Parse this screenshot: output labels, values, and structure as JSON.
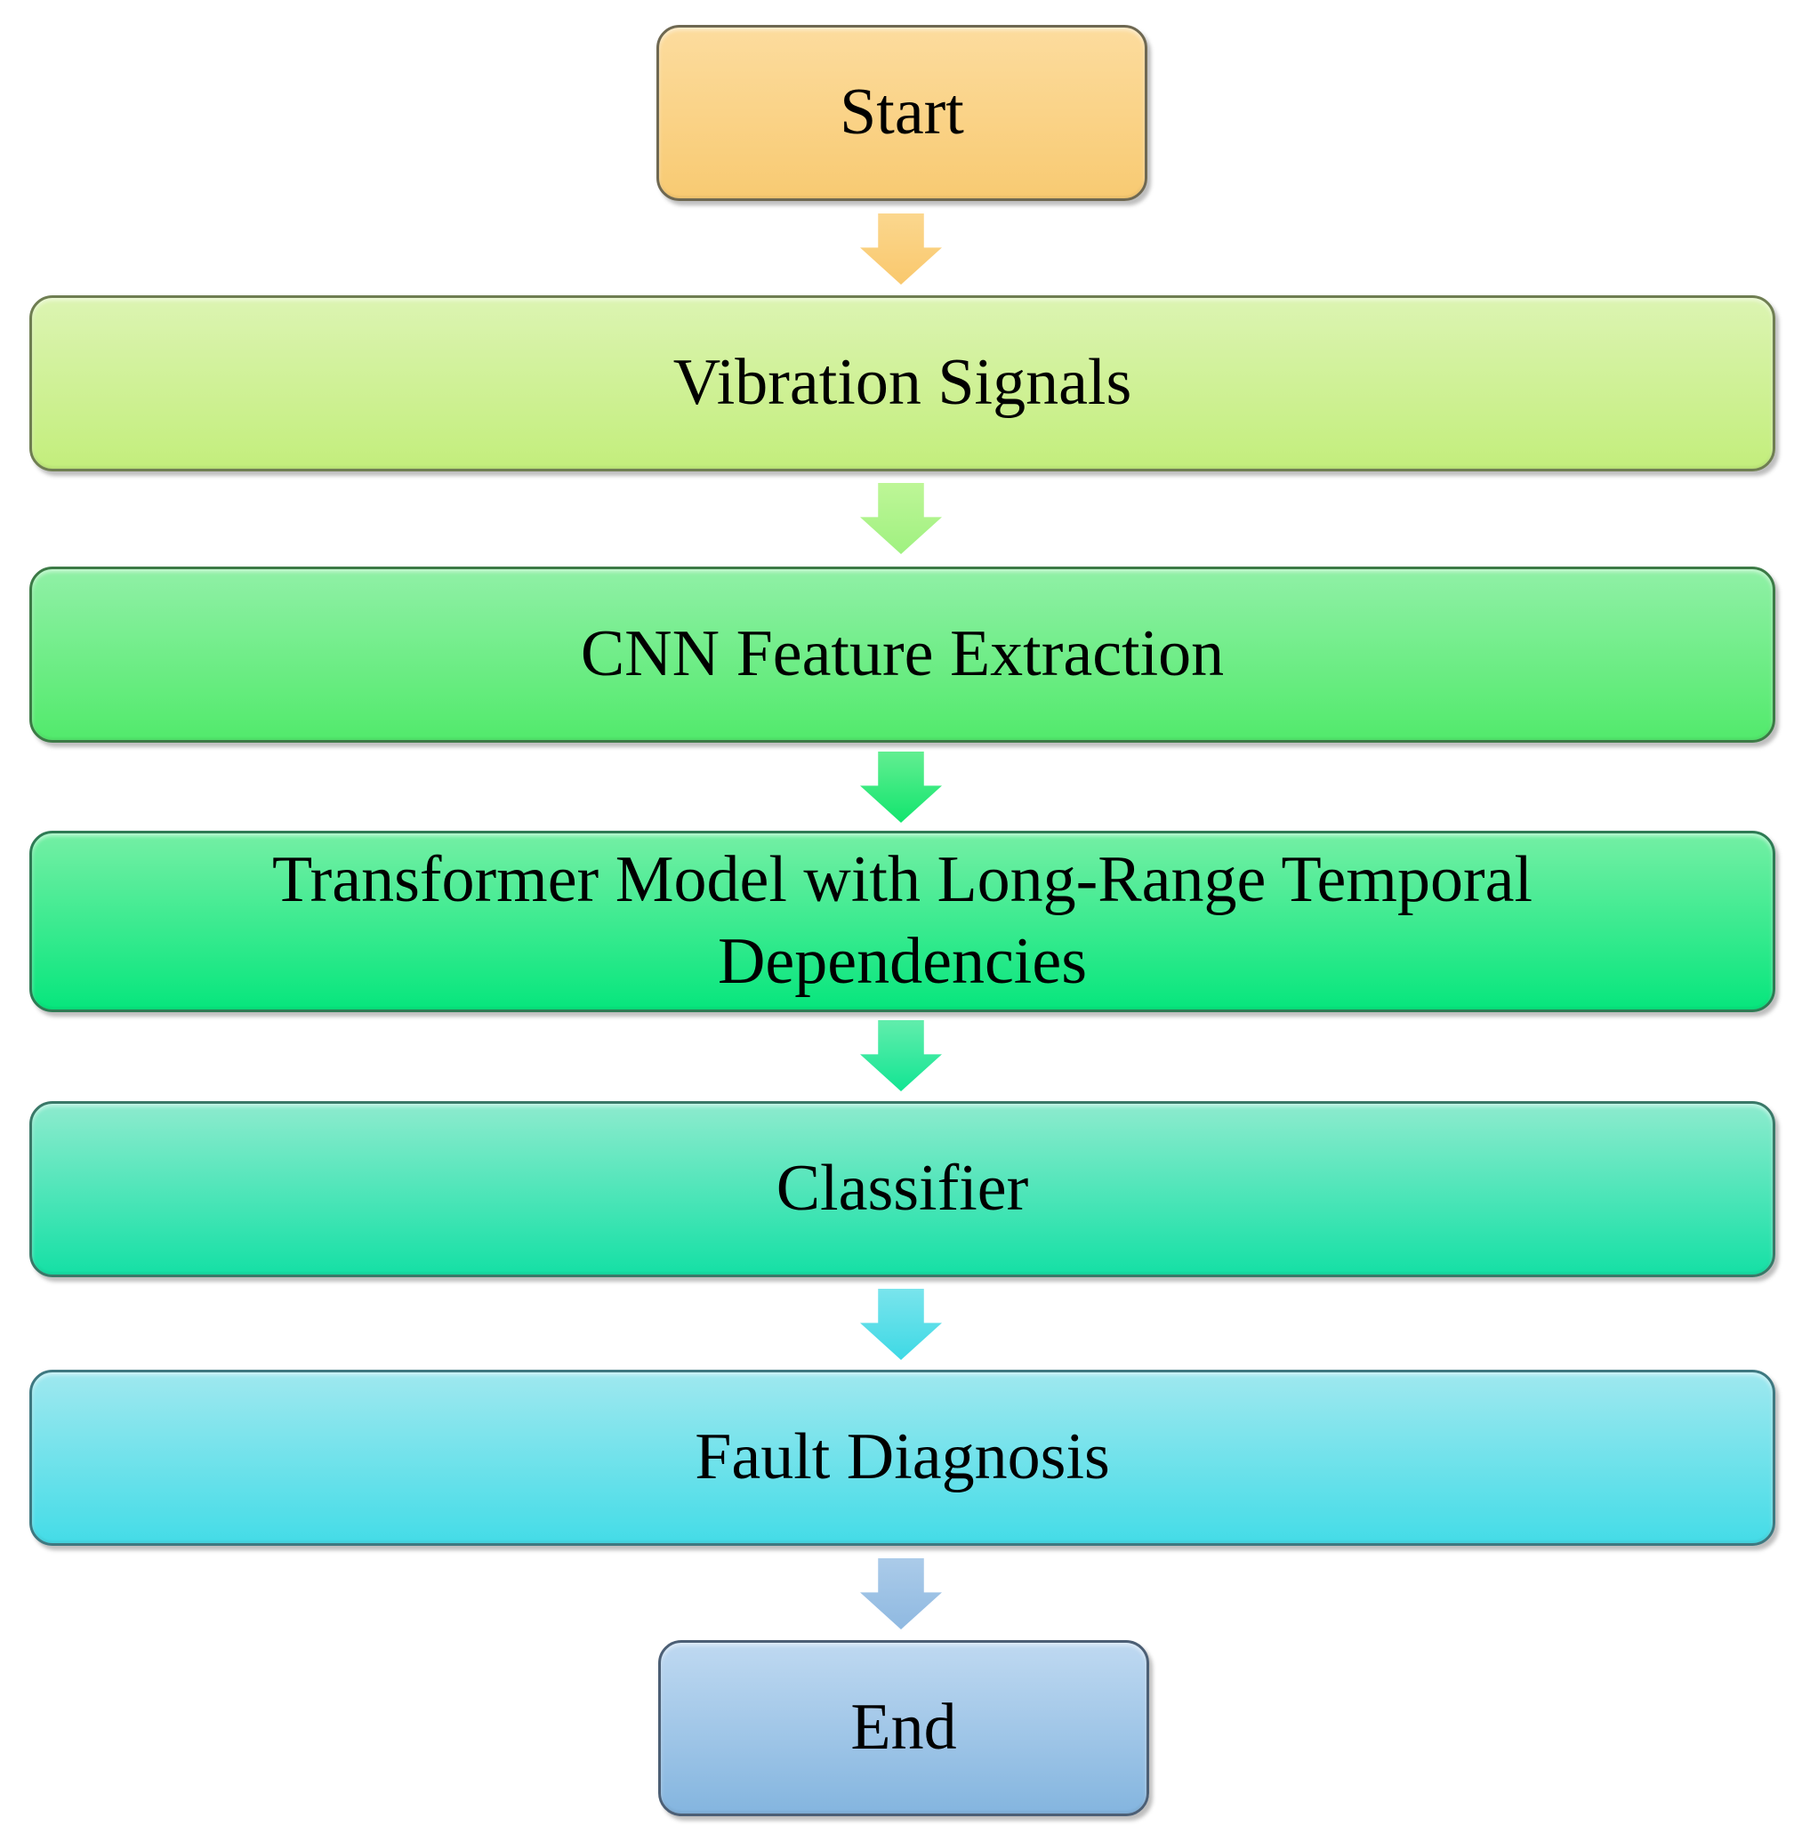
{
  "diagram": {
    "type": "flowchart",
    "direction": "top-down",
    "nodes": [
      {
        "id": "start",
        "label": "Start",
        "shape": "rounded-rectangle",
        "role": "terminator",
        "fill_top": "#FCDC9E",
        "fill_bottom": "#F8CA72",
        "border": "#6E6852"
      },
      {
        "id": "vibration-signals",
        "label": "Vibration Signals",
        "shape": "rounded-rectangle",
        "role": "process",
        "fill_top": "#DCF4B2",
        "fill_bottom": "#C3EE7C",
        "border": "#6F7E52"
      },
      {
        "id": "cnn-feature-extraction",
        "label": "CNN Feature Extraction",
        "shape": "rounded-rectangle",
        "role": "process",
        "fill_top": "#90F0A6",
        "fill_bottom": "#52EA6C",
        "border": "#3C7A46"
      },
      {
        "id": "transformer-model",
        "label": "Transformer Model with Long-Range Temporal Dependencies",
        "shape": "rounded-rectangle",
        "role": "process",
        "fill_top": "#74EFA4",
        "fill_bottom": "#07E67D",
        "border": "#2E7A54"
      },
      {
        "id": "classifier",
        "label": "Classifier",
        "shape": "rounded-rectangle",
        "role": "process",
        "fill_top": "#8DEBCE",
        "fill_bottom": "#15E0A5",
        "border": "#3A7868"
      },
      {
        "id": "fault-diagnosis",
        "label": "Fault Diagnosis",
        "shape": "rounded-rectangle",
        "role": "process",
        "fill_top": "#9FE8EF",
        "fill_bottom": "#44DCE7",
        "border": "#3E7880"
      },
      {
        "id": "end",
        "label": "End",
        "shape": "rounded-rectangle",
        "role": "terminator",
        "fill_top": "#BFD9F1",
        "fill_bottom": "#84B5DF",
        "border": "#4C5F75"
      }
    ],
    "connectors": [
      {
        "from": "start",
        "to": "vibration-signals",
        "style": "block-arrow-down",
        "fill_top": "#FBD78E",
        "fill_bottom": "#F9C86D"
      },
      {
        "from": "vibration-signals",
        "to": "cnn-feature-extraction",
        "style": "block-arrow-down",
        "fill_top": "#BEF697",
        "fill_bottom": "#9FF180"
      },
      {
        "from": "cnn-feature-extraction",
        "to": "transformer-model",
        "style": "block-arrow-down",
        "fill_top": "#63EE91",
        "fill_bottom": "#11E56E"
      },
      {
        "from": "transformer-model",
        "to": "classifier",
        "style": "block-arrow-down",
        "fill_top": "#62EDAC",
        "fill_bottom": "#12E593"
      },
      {
        "from": "classifier",
        "to": "fault-diagnosis",
        "style": "block-arrow-down",
        "fill_top": "#79E4EC",
        "fill_bottom": "#3ED9E5"
      },
      {
        "from": "fault-diagnosis",
        "to": "end",
        "style": "block-arrow-down",
        "fill_top": "#ABCBE9",
        "fill_bottom": "#8FB9E1"
      }
    ],
    "text_color": "#000000",
    "background_color": "#FFFFFF"
  }
}
